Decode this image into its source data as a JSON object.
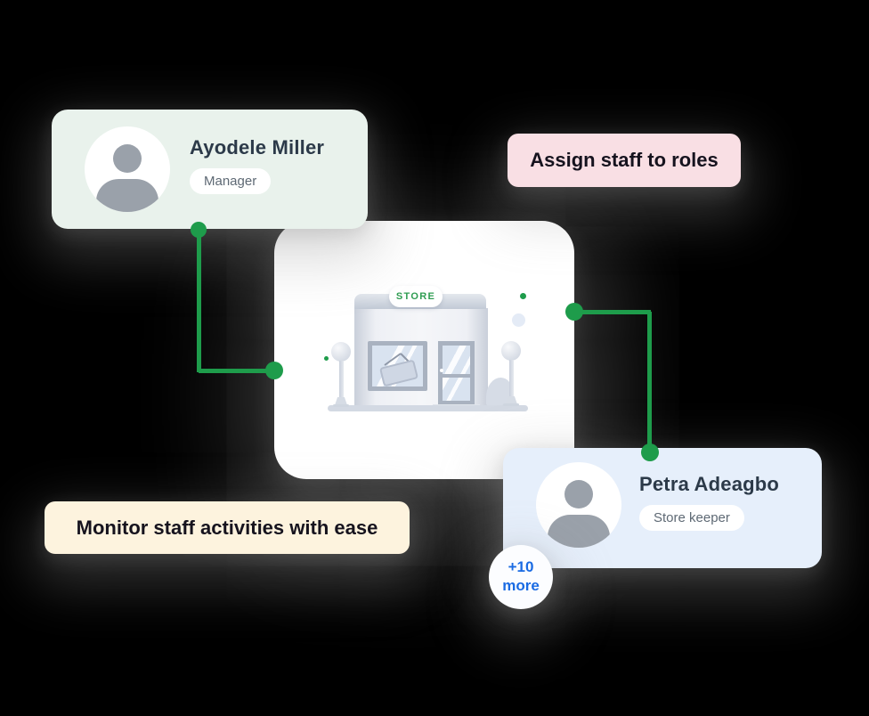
{
  "manager_card": {
    "name": "Ayodele Miller",
    "role": "Manager",
    "bg": "#E9F2EC"
  },
  "keeper_card": {
    "name": "Petra Adeagbo",
    "role": "Store keeper",
    "bg": "#E6EFFB"
  },
  "callouts": {
    "assign": {
      "label": "Assign staff to roles",
      "bg": "#F9DFE4"
    },
    "monitor": {
      "label": "Monitor staff activities with ease",
      "bg": "#FDF3DE"
    }
  },
  "more_bubble": {
    "line1": "+10",
    "line2": "more",
    "text_color": "#1A6BE3"
  },
  "store": {
    "sign_label": "STORE",
    "sign_color": "#2F9D52"
  },
  "palette": {
    "background": "#000000",
    "connector_green": "#1E9C4B",
    "name_text": "#2C3A49",
    "role_text": "#5E6974",
    "callout_text": "#16131E",
    "avatar_gray": "#9AA1AA"
  },
  "icons": {
    "manager_avatar": "person-icon",
    "keeper_avatar": "person-icon"
  }
}
